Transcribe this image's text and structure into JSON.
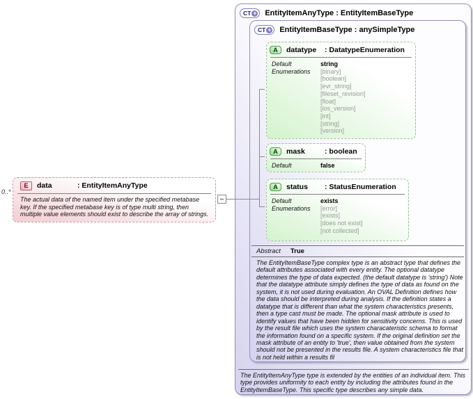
{
  "diagram": {
    "outer": {
      "title": "EntityItemAnyType : EntityItemBaseType",
      "description": "The EntityItemAnyType type is extended by the entities of an individual item. This type provides uniformity to each entity by including the attributes found in the EntityItemBaseType. This specific type describes any simple data."
    },
    "inner": {
      "title": "EntityItemBaseType : anySimpleType",
      "abstract_label": "Abstract",
      "abstract_value": "True",
      "description": "The EntityItemBaseType complex type is an abstract type that defines the default attributes associated with every entity.  The optional datatype determines the type of data expected. (the default datatype is 'string') Note that the datatype attribute simply defines the type of data as found on the system, it is not used during evaluation.  An OVAL Definition defines how the data should be interpreted during analysis.  If the definition states a datatype that is different than what the system characteristics presents, then a type cast must be made.  The optional mask attribute is used to identify values that have been hidden for sensitivity concerns.  This is used by the result file which uses the system characateristic schema to format the information found on a specific system.  If the original definition set the mask attribute of an entity to 'true', then value obtained from the system should not be presented in the results file.  A system characteristics file that is not held within a results fil"
    },
    "attributes": [
      {
        "name": "datatype",
        "type": ": DatatypeEnumeration",
        "default_label": "Default",
        "enum_label": "Enumerations",
        "default": "string",
        "enums": [
          "[binary]",
          "[boolean]",
          "[evr_string]",
          "[fileset_revision]",
          "[float]",
          "[ios_version]",
          "[int]",
          "[string]",
          "[version]"
        ]
      },
      {
        "name": "mask",
        "type": ": boolean",
        "default_label": "Default",
        "default": "false"
      },
      {
        "name": "status",
        "type": ": StatusEnumeration",
        "default_label": "Default",
        "enum_label": "Enumerations",
        "default": "exists",
        "enums": [
          "[error]",
          "[exists]",
          "[does not exist]",
          "[not collected]"
        ]
      }
    ],
    "element": {
      "name": "data",
      "type": ": EntityItemAnyType",
      "multiplicity": "0..*",
      "description": "The actual data of the named item under the specified metabase key. If the specified metabase key is of type multi string, then multiple value elements should exist to describe the array of strings."
    },
    "icons": {
      "complex_type": "CT",
      "plus": "+",
      "attribute": "A",
      "element": "E"
    },
    "colors": {
      "complex_type_border": "#9090bf",
      "complex_type_fill": "#d5d2ee",
      "attribute_border": "#9fbf9f",
      "attribute_fill": "#d3f3cd",
      "element_border": "#cf96a2",
      "element_fill": "#f3cdd3",
      "enum_text": "#9a9a9a",
      "connector": "#8a8a8a"
    }
  }
}
